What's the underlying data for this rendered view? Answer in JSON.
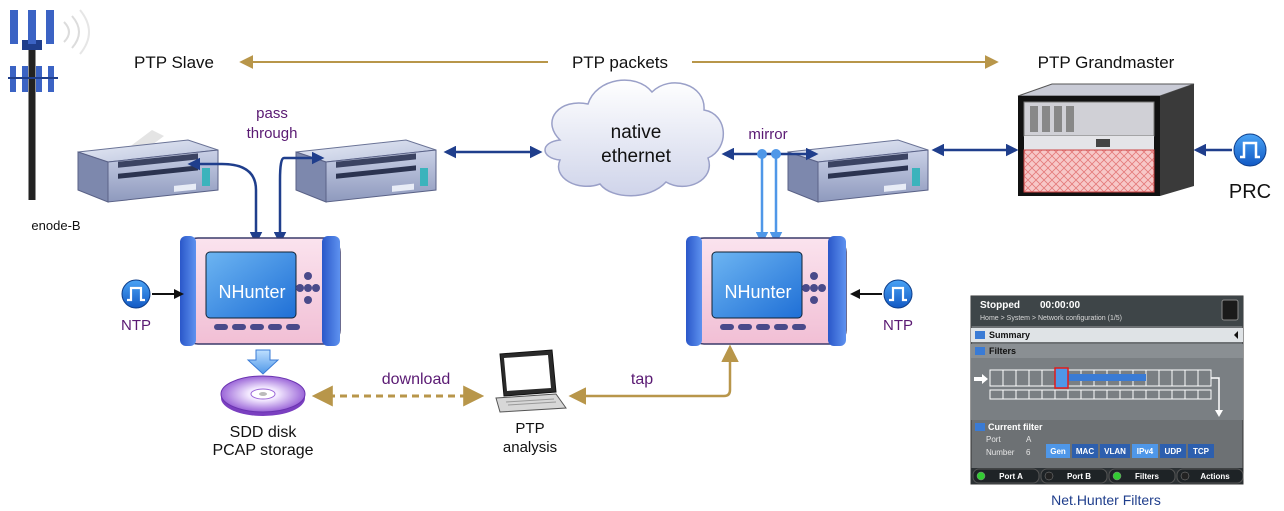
{
  "labels": {
    "ptp_slave": "PTP Slave",
    "ptp_packets": "PTP packets",
    "ptp_grandmaster": "PTP Grandmaster",
    "pass_line1": "pass",
    "pass_line2": "through",
    "cloud_line1": "native",
    "cloud_line2": "ethernet",
    "mirror": "mirror",
    "prc": "PRC",
    "enode_b": "enode-B",
    "ntp_left": "NTP",
    "ntp_right": "NTP",
    "nhunter_left": "NHunter",
    "nhunter_right": "NHunter",
    "download": "download",
    "tap": "tap",
    "sdd_line1": "SDD disk",
    "sdd_line2": "PCAP storage",
    "ptp_analysis_line1": "PTP",
    "ptp_analysis_line2": "analysis",
    "filters_caption": "Net.Hunter Filters"
  },
  "filters_ui": {
    "status": "Stopped",
    "time": "00:00:00",
    "breadcrumb": "Home > System > Network configuration (1/5)",
    "summary": "Summary",
    "filters": "Filters",
    "current_filter": "Current filter",
    "port_label": "Port",
    "port_value": "A",
    "number_label": "Number",
    "number_value": "6",
    "protocols": [
      "Gen",
      "MAC",
      "VLAN",
      "IPv4",
      "UDP",
      "TCP"
    ],
    "buttons": [
      "Port A",
      "Port B",
      "Filters",
      "Actions"
    ]
  },
  "colors": {
    "link_blue": "#1f3e8c",
    "mirror_blue": "#4f97e8",
    "brown": "#b8964a",
    "purple_text": "#5a1a73",
    "tap_green": "#33cc33"
  }
}
